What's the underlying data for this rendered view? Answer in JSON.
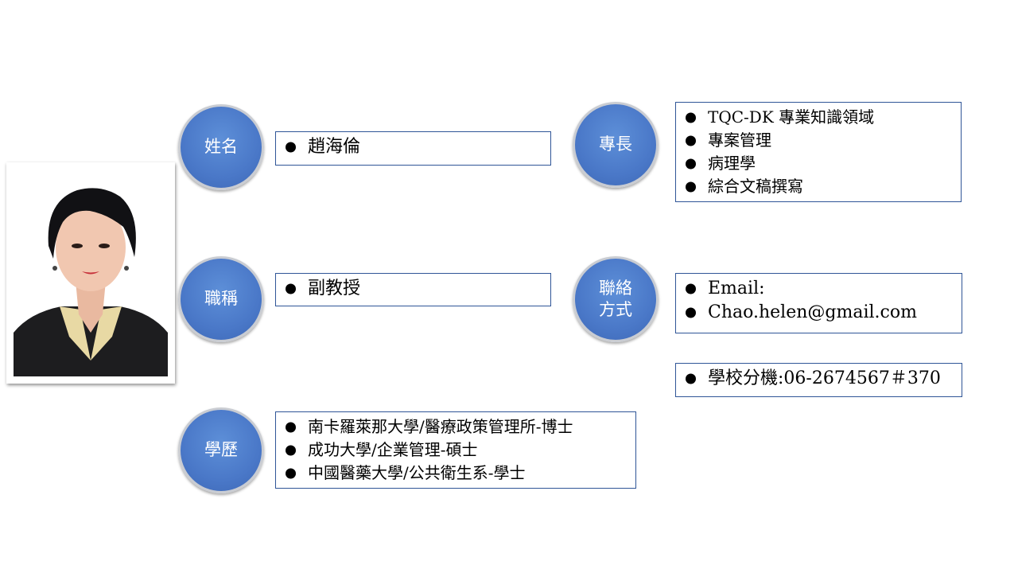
{
  "photo": {
    "description": "portrait"
  },
  "labels": {
    "name": "姓名",
    "title": "職稱",
    "education": "學歷",
    "specialty": "專長",
    "contact_line1": "聯絡",
    "contact_line2": "方式"
  },
  "name_value": "趙海倫",
  "title_value": "副教授",
  "education_items": [
    "南卡羅萊那大學/醫療政策管理所-博士",
    "成功大學/企業管理-碩士",
    "中國醫藥大學/公共衛生系-學士"
  ],
  "specialty_items": [
    "TQC-DK 專業知識領域",
    "專案管理",
    "病理學",
    "綜合文稿撰寫"
  ],
  "contact_items": [
    "Email:",
    "Chao.helen@gmail.com"
  ],
  "extension": "學校分機:06-2674567＃370",
  "colors": {
    "circle": "#4a78c8",
    "box_border": "#2f5597"
  }
}
